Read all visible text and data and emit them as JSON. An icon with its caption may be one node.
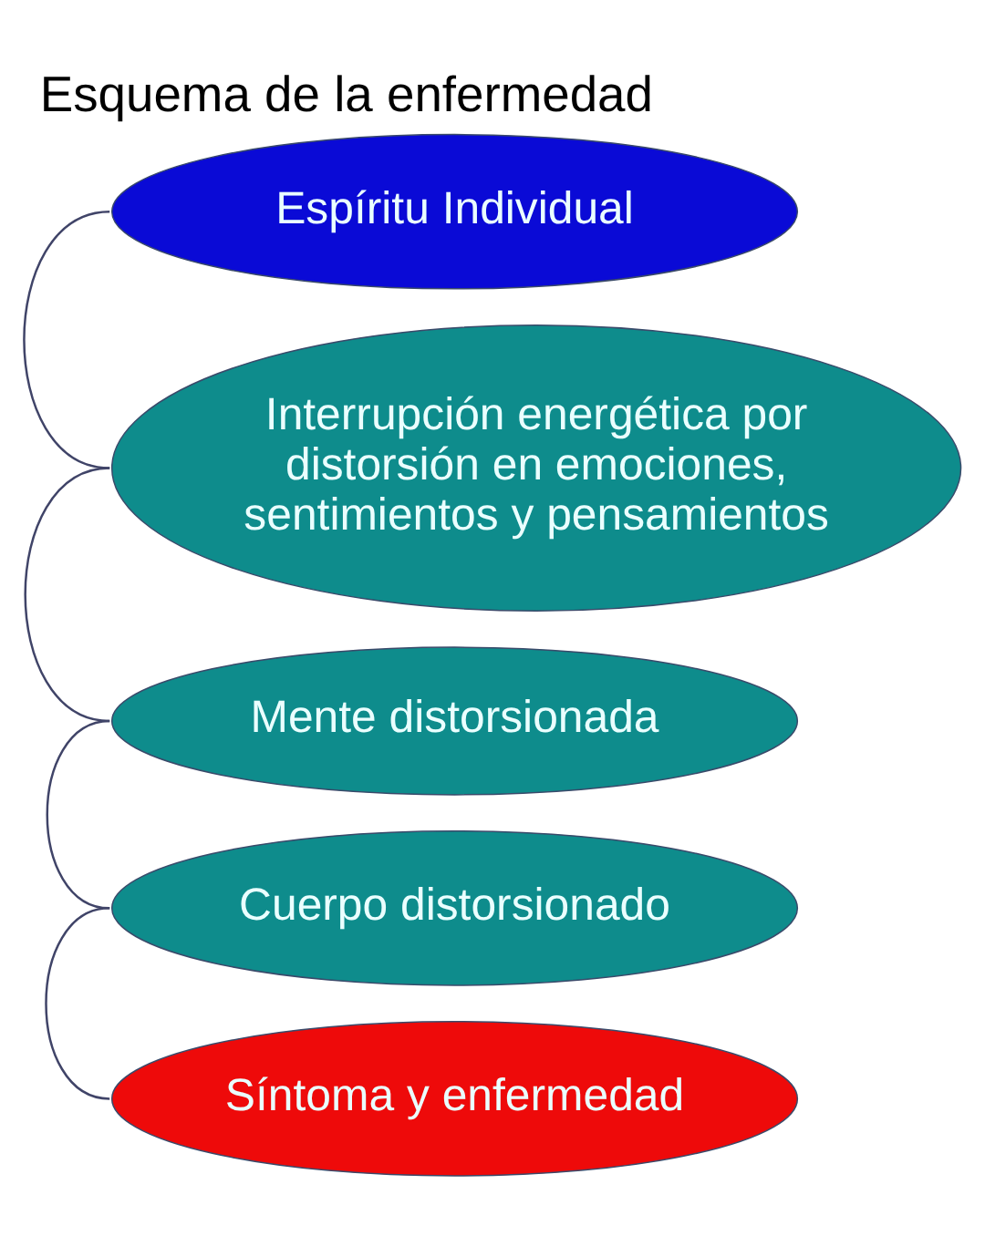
{
  "diagram": {
    "title": "Esquema de la enfermedad",
    "nodes": [
      {
        "text": [
          "Espíritu Individual"
        ]
      },
      {
        "text": [
          "Interrupción energética por distorsión en emociones, sentimientos y pensamientos"
        ]
      },
      {
        "text": [
          "Mente distorsionada"
        ]
      },
      {
        "text": [
          "Cuerpo distorsionado"
        ]
      },
      {
        "text": [
          "Síntoma y enfermedad"
        ]
      }
    ],
    "edges": [
      {
        "from": 0,
        "to": 1,
        "arrow": "none"
      },
      {
        "from": 1,
        "to": 2,
        "arrow": "none"
      },
      {
        "from": 2,
        "to": 3,
        "arrow": "none"
      },
      {
        "from": 3,
        "to": 4,
        "arrow": "none"
      }
    ]
  }
}
